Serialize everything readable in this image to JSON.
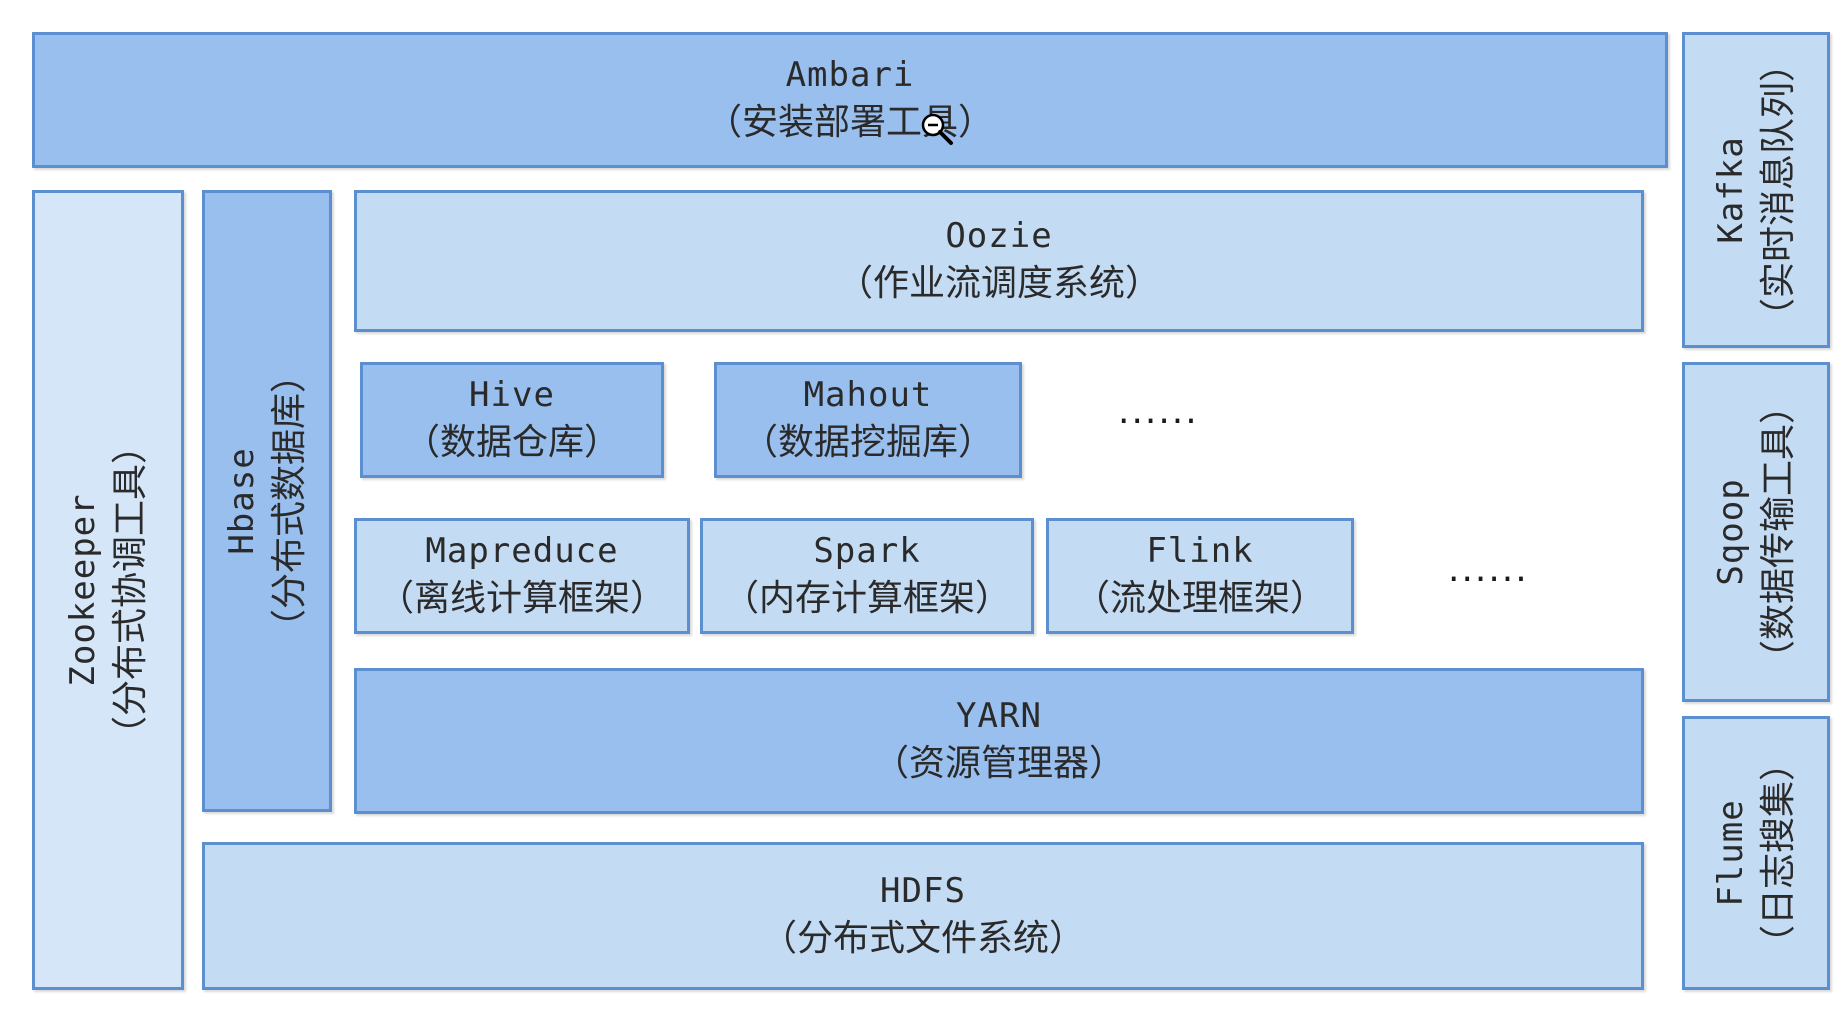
{
  "ambari": {
    "name": "Ambari",
    "desc": "（安装部署工具）"
  },
  "zookeeper": {
    "name": "Zookeeper",
    "desc": "（分布式协调工具）"
  },
  "hbase": {
    "name": "Hbase",
    "desc": "（分布式数据库）"
  },
  "oozie": {
    "name": "Oozie",
    "desc": "（作业流调度系统）"
  },
  "hive": {
    "name": "Hive",
    "desc": "（数据仓库）"
  },
  "mahout": {
    "name": "Mahout",
    "desc": "（数据挖掘库）"
  },
  "ellipsis_top": "......",
  "mapreduce": {
    "name": "Mapreduce",
    "desc": "（离线计算框架）"
  },
  "spark": {
    "name": "Spark",
    "desc": "（内存计算框架）"
  },
  "flink": {
    "name": "Flink",
    "desc": "（流处理框架）"
  },
  "ellipsis_bottom": "......",
  "yarn": {
    "name": "YARN",
    "desc": "（资源管理器）"
  },
  "hdfs": {
    "name": "HDFS",
    "desc": "（分布式文件系统）"
  },
  "kafka": {
    "name": "Kafka",
    "desc": "（实时消息队列）"
  },
  "sqoop": {
    "name": "Sqoop",
    "desc": "（数据传输工具）"
  },
  "flume": {
    "name": "Flume",
    "desc": "（日志搜集）"
  },
  "colors": {
    "border": "#5b8fd0",
    "dark": "#99bfee",
    "light": "#c4dbf4",
    "lighter": "#d4e6f8"
  },
  "cursor_icon": "zoom-out-magnifier-icon"
}
